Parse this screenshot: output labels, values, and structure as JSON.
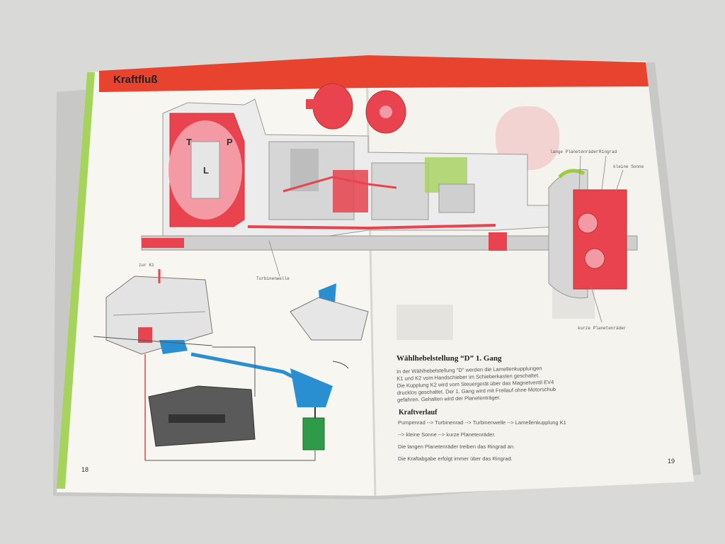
{
  "page": {
    "header": {
      "title": "Kraftfluß",
      "bar_color": "#e8432f",
      "accent_green": "#9acd3a"
    },
    "callouts": {
      "lange_planetenraeder": "lange Planetenräder",
      "ringrad": "Ringrad",
      "kleine_sonne": "kleine Sonne",
      "kurze_planetenraeder": "kurze Planetenräder",
      "turbinenwelle": "Turbinenwelle",
      "zur_k1": "zur K1"
    },
    "converter_labels": {
      "t": "T",
      "p": "P",
      "l": "L"
    },
    "section": {
      "title": "Wählhebelstellung “D” 1. Gang",
      "body": [
        "In der Wählhebelstellung \"D\" werden die Lamellenkupplungen",
        "K1 und K2 vom Handschieber im Schieberkasten geschaltet.",
        "Die Kupplung K2 wird vom Steuergerät über das Magnetventil EV4",
        "drucklos geschaltet. Der 1. Gang wird mit Freilauf ohne Motorschub",
        "gefahren. Gehalten wird der Planetenträger."
      ],
      "subtitle": "Kraftverlauf",
      "flow": [
        "Pumpenrad --> Turbinenrad --> Turbinenwelle --> Lamellenkupplung K1",
        "--> kleine Sonne --> kurze Planetenräder.",
        "Die langen Planetenräder treiben das Ringrad an.",
        "Die Kraftabgabe erfolgt immer über das Ringrad."
      ]
    },
    "page_numbers": {
      "left": "18",
      "right": "19"
    },
    "colors": {
      "red": "#e8434f",
      "pink": "#f49aa4",
      "blue": "#2a8fd0",
      "green": "#2f9a47",
      "gray": "#c9c9c9",
      "paper": "#f7f6f1"
    }
  }
}
